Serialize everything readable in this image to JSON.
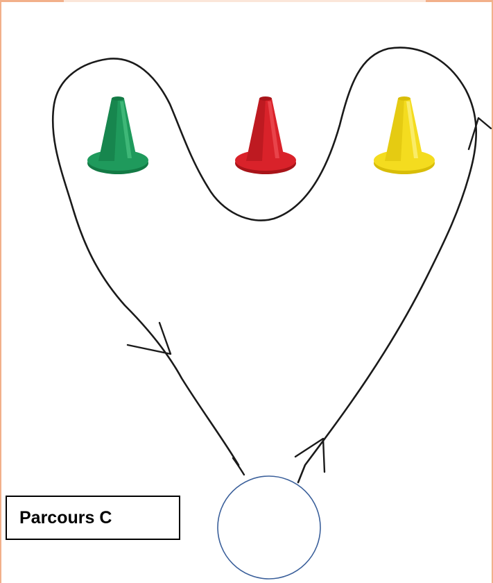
{
  "diagram": {
    "label": "Parcours C",
    "cones": [
      {
        "name": "green",
        "color": "#1f9a5c",
        "shade": "#137a45",
        "light": "#4cc383"
      },
      {
        "name": "red",
        "color": "#d9222a",
        "shade": "#a81419",
        "light": "#f05158"
      },
      {
        "name": "yellow",
        "color": "#f4dc1f",
        "shade": "#d8bd08",
        "light": "#fbf07a"
      }
    ],
    "path_color": "#1a1a1a",
    "start_circle_color": "#3a5f9a",
    "frame_color": "#f2b08a"
  }
}
